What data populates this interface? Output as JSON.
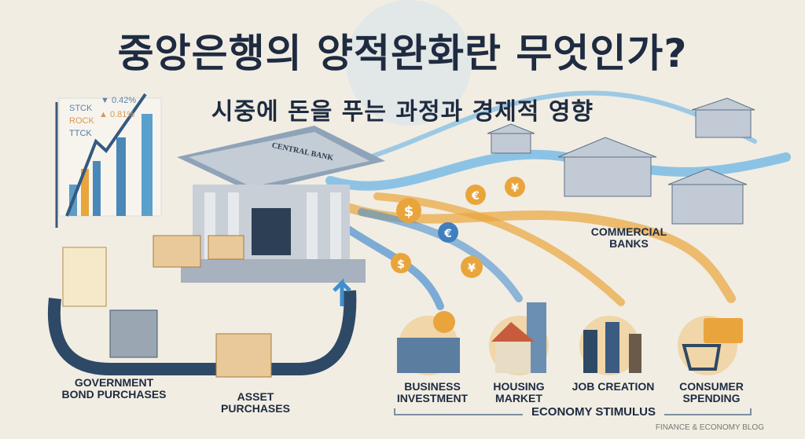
{
  "title": "중앙은행의 양적완화란 무엇인가?",
  "subtitle": "시중에 돈을 푸는 과정과 경제적 영향",
  "chart_tickers": [
    {
      "name": "STCK",
      "change": "▼ 0.42%"
    },
    {
      "name": "ROCK",
      "change": "▲ 0.81%"
    },
    {
      "name": "TTCK",
      "change": ""
    }
  ],
  "bank_sign": "CENTRAL BANK",
  "labels": {
    "government_bonds": "GOVERNMENT\nBOND PURCHASES",
    "asset": "ASSET\nPURCHASES",
    "commercial": "COMMERCIAL\nBANKS",
    "business": "BUSINESS\nINVESTMENT",
    "housing": "HOUSING\nMARKET",
    "jobs": "JOB CREATION",
    "consumer": "CONSUMER\nSPENDING",
    "stimulus": "ECONOMY STIMULUS"
  },
  "blog": "FINANCE & ECONOMY BLOG",
  "colors": {
    "navy": "#1e2b40",
    "gold": "#e9a53c",
    "blue": "#3f8fd0",
    "bg": "#f1ede3"
  }
}
